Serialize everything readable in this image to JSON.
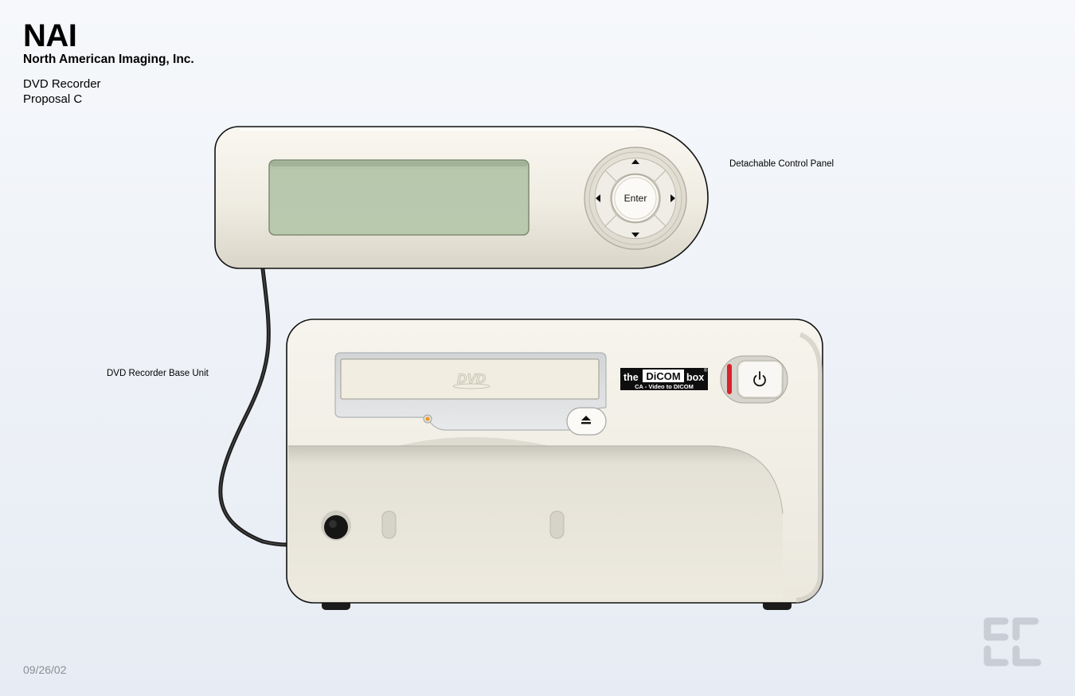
{
  "header": {
    "brand": "NAI",
    "company": "North American Imaging, Inc.",
    "product": "DVD Recorder",
    "proposal": "Proposal C"
  },
  "labels": {
    "control_panel": "Detachable Control Panel",
    "base_unit": "DVD Recorder Base Unit"
  },
  "control_panel": {
    "enter_label": "Enter",
    "dpad_icons": [
      "arrow-up-icon",
      "arrow-down-icon",
      "arrow-left-icon",
      "arrow-right-icon"
    ],
    "lcd_color": "#b8c8ad"
  },
  "base_unit": {
    "disc_logo": "DVD",
    "badge_pre": "the",
    "badge_main": "DiCOM",
    "badge_post": "box",
    "badge_reg": "®",
    "badge_sub": "CA - Video to DICOM",
    "eject_icon": "eject-icon",
    "power_icon": "power-icon",
    "power_led_color": "#d8232a",
    "status_led_color": "#e79a2e",
    "body_color": "#f0ede3"
  },
  "footer": {
    "date": "09/26/02",
    "logo_icon": "designer-logo-icon"
  }
}
